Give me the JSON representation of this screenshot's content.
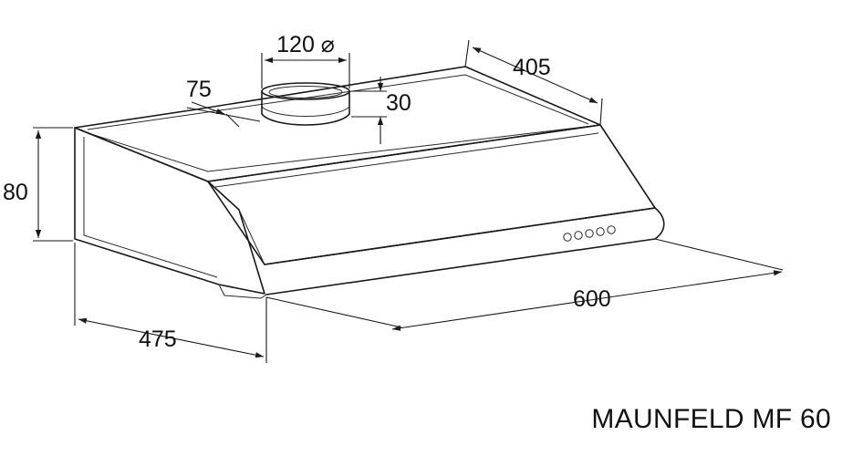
{
  "model": "MAUNFELD MF 60",
  "dimensions": {
    "duct_diameter": "120 ⌀",
    "duct_offset": "75",
    "duct_height": "30",
    "depth_top": "405",
    "height": "80",
    "depth_side": "475",
    "width": "600"
  },
  "colors": {
    "line": "#1a1a1a",
    "background": "#ffffff"
  }
}
